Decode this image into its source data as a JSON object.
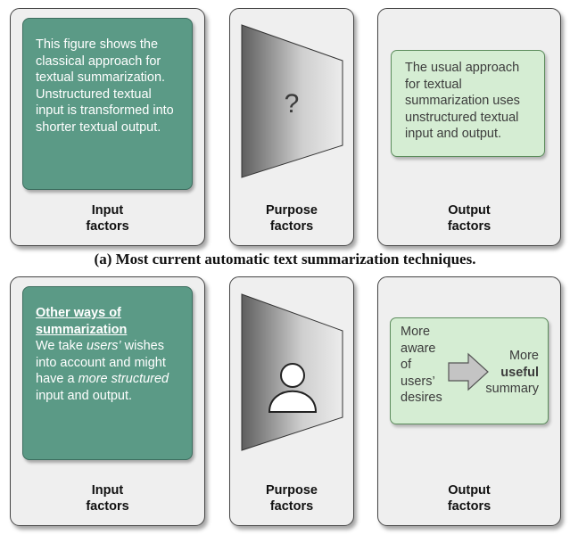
{
  "panel_a": {
    "input": {
      "text": "This figure shows the classical approach for textual summarization. Unstructured textual input is transformed into shorter textual output.",
      "label": "Input\nfactors"
    },
    "purpose": {
      "symbol": "?",
      "label": "Purpose\nfactors"
    },
    "output": {
      "text": "The usual approach for textual summarization uses unstructured textual input and output.",
      "label": "Output\nfactors"
    }
  },
  "caption_a": "(a) Most current automatic text summarization techniques.",
  "panel_b": {
    "input": {
      "heading": "Other ways of summarization",
      "t1": "We take ",
      "t2": "users’",
      "t3": " wishes into account and might have a ",
      "t4": "more structured",
      "t5": " input and output.",
      "label": "Input\nfactors"
    },
    "purpose": {
      "icon": "user-icon",
      "label": "Purpose\nfactors"
    },
    "output": {
      "left_text": "More aware of users’ desires",
      "right_pre": "More",
      "right_bold": "useful",
      "right_post": "summary",
      "label": "Output\nfactors"
    }
  },
  "colors": {
    "teal": "#5b9a86",
    "light_green": "#d5edd3",
    "card": "#efefef"
  }
}
